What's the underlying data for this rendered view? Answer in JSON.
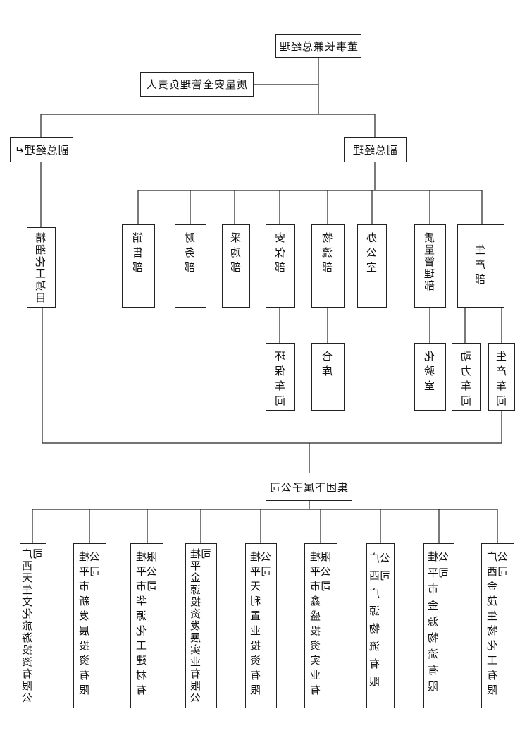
{
  "top": {
    "chairman": "董事长兼总经理",
    "quality_safety": "质量安全管理负责人",
    "vgm_left": "副总经理↵",
    "vgm_right": "副总经理"
  },
  "left_dept": "精细化工项目",
  "departments": [
    "销售部",
    "财务部",
    "采购部",
    "安保部",
    "物流部",
    "办公室",
    "质量管理部",
    "生产部"
  ],
  "sub_units": [
    "环保车间",
    "仓库",
    "化验室",
    "动力车间",
    "生产车间"
  ],
  "group": "集团下属子公司",
  "subsidiaries": [
    "广西天生文化旅游投资有限公司",
    "桂平市新发展投资有限公司",
    "桂平市华源化工建材有限公司",
    "桂平金源投资发展实业有限公司",
    "桂平天利置业投资有限公司",
    "桂平市鑫盛投资实业有限公司",
    "广西广源物流有限公司",
    "桂平市金源物流有限公司",
    "广西金茂生物化工有限公司"
  ]
}
